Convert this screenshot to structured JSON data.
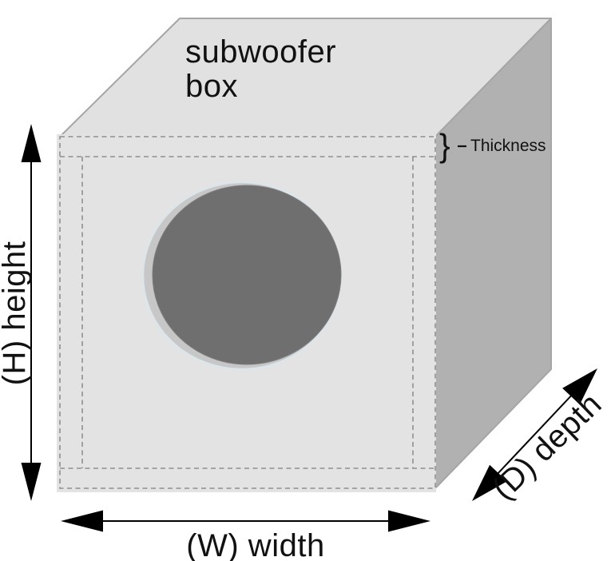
{
  "diagram": {
    "box_title": {
      "line1": "subwoofer",
      "line2": "box"
    },
    "dimensions": {
      "height_label": "(H) height",
      "width_label": "(W) width",
      "depth_label": "(D) depth"
    },
    "thickness": {
      "brace": "}",
      "label": "Thickness"
    },
    "colors": {
      "background": "#ffffff",
      "top_face": "#e1e1e1",
      "front_face": "#e3e3e3",
      "right_face": "#b1b1b1",
      "face_edge": "#a6a6a6",
      "dashed_line": "#8f8f8f",
      "speaker_hole": "#6f6f6f",
      "hole_rim": "#c7c7c7",
      "hole_ring": "#dbe5ea",
      "arrow": "#000000",
      "text": "#111111"
    }
  }
}
